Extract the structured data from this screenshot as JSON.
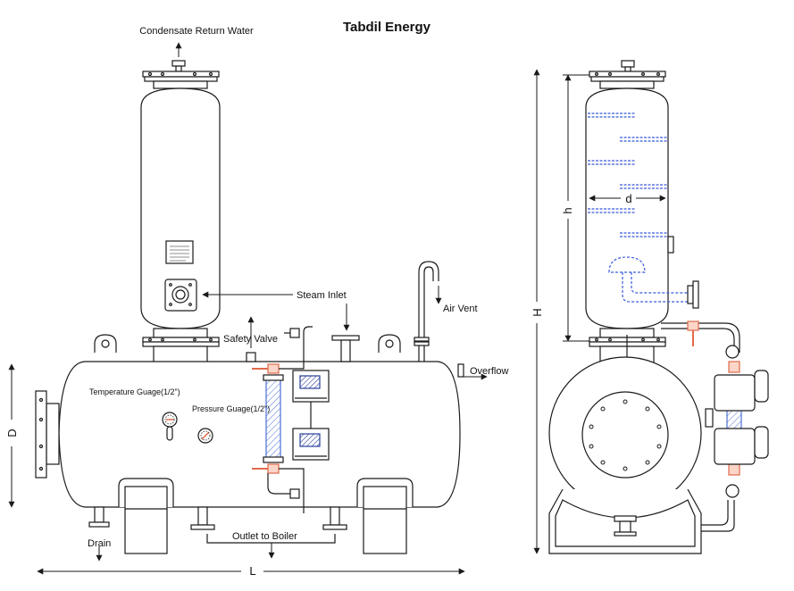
{
  "brand": "Tabdil Energy",
  "labels": {
    "condensate_return": "Condensate Return Water",
    "steam_inlet": "Steam Inlet",
    "air_vent": "Air Vent",
    "safety_valve": "Safety Valve",
    "overflow": "Overflow",
    "temperature_gauge": "Temperature Guage(1/2\")",
    "pressure_gauge": "Pressure Guage(1/2\")",
    "drain": "Drain",
    "outlet_to_boiler": "Outlet to Boiler"
  },
  "dimensions": {
    "length": "L",
    "diameter": "D",
    "height": "H",
    "column_height": "h",
    "column_diameter": "d"
  },
  "colors": {
    "line": "#1a1a1a",
    "sight_glass": "#4a6fd6",
    "valve": "#e06a4a",
    "tray": "#3a5bd9",
    "window_hatch": "#2a3f9a"
  }
}
